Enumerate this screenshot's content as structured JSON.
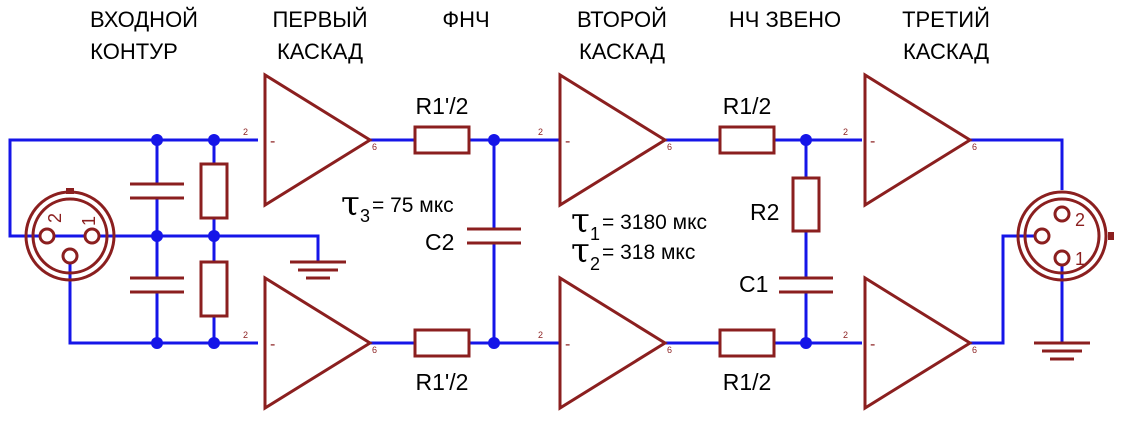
{
  "colors": {
    "wire": "#1515e8",
    "component": "#8b1f1f",
    "text": "#000000"
  },
  "headers": {
    "input_contour_line1": "ВХОДНОЙ",
    "input_contour_line2": "КОНТУР",
    "first_stage_line1": "ПЕРВЫЙ",
    "first_stage_line2": "КАСКАД",
    "lpf": "ФНЧ",
    "second_stage_line1": "ВТОРОЙ",
    "second_stage_line2": "КАСКАД",
    "lf_link": "НЧ ЗВЕНО",
    "third_stage_line1": "ТРЕТИЙ",
    "third_stage_line2": "КАСКАД"
  },
  "components": {
    "r1prime_top": "R1'/2",
    "r1prime_bottom": "R1'/2",
    "r1_top": "R1/2",
    "r1_bottom": "R1/2",
    "c2": "C2",
    "r2": "R2",
    "c1": "C1"
  },
  "time_constants": {
    "tau_symbol": "τ",
    "tau3_sub": "3",
    "tau3_value": "= 75 мкс",
    "tau1_sub": "1",
    "tau1_value": "= 3180 мкс",
    "tau2_sub": "2",
    "tau2_value": "= 318 мкс"
  },
  "amplifiers": {
    "input_pin": "2",
    "output_pin": "6",
    "inverting_mark": "-"
  },
  "connectors": {
    "input_pin_left": "2",
    "input_pin_right": "1",
    "output_pin_top": "2",
    "output_pin_bottom": "1"
  }
}
